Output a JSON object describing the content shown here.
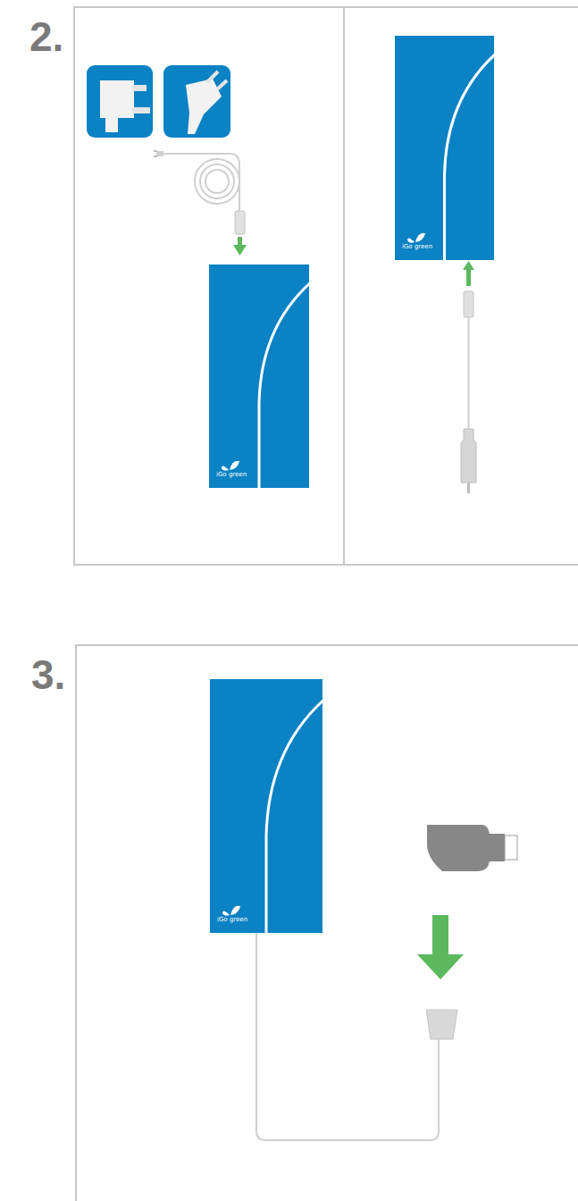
{
  "diagram": {
    "nodes": [
      {
        "text": [
          "iGo green"
        ]
      },
      {
        "text": [
          "iGo green"
        ]
      },
      {
        "text": [
          "iGo green"
        ]
      }
    ],
    "labels": [
      "2.",
      "3."
    ]
  }
}
